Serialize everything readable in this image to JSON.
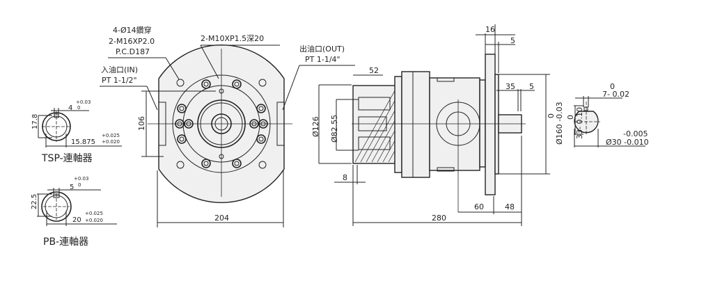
{
  "front_view": {
    "note_holes_1": "4-Ø14鑽穿",
    "note_holes_2": "2-M16XP2.0",
    "note_holes_3": "P.C.D187",
    "note_tapped": "2-M10XP1.5深20",
    "inlet_label": "入油口(IN)",
    "inlet_size": "PT  1-1/2\"",
    "outlet_label": "出油口(OUT)",
    "outlet_size": "PT  1-1/4\"",
    "dim_height": "106",
    "dim_width": "204"
  },
  "tsp_coupling": {
    "title": "TSP-連軸器",
    "key_width": "4",
    "key_tol_upper": "+0.03",
    "key_tol_lower": "0",
    "height": "17.8",
    "bore": "15.875",
    "bore_tol_upper": "+0.025",
    "bore_tol_lower": "+0.020"
  },
  "pb_coupling": {
    "title": "PB-連軸器",
    "key_width": "5",
    "key_tol_upper": "+0.03",
    "key_tol_lower": "0",
    "height": "22.5",
    "bore": "20",
    "bore_tol_upper": "+0.025",
    "bore_tol_lower": "+0.020"
  },
  "side_view": {
    "dim_52": "52",
    "dim_126": "Ø126",
    "dim_82_55": "Ø82.55",
    "dim_8": "8",
    "dim_280": "280",
    "dim_16": "16",
    "dim_5_top": "5",
    "dim_35": "35",
    "dim_5_shaft": "5",
    "dim_160": "Ø160  -0.03",
    "dim_160_tol": "0",
    "dim_60": "60",
    "dim_48": "48"
  },
  "shaft_end": {
    "key": "7- 0.02",
    "key_tol": "0",
    "height": "33- 0.10",
    "height_tol": "0",
    "dia": "Ø30  -0.010",
    "dia_tol": "-0.005"
  }
}
